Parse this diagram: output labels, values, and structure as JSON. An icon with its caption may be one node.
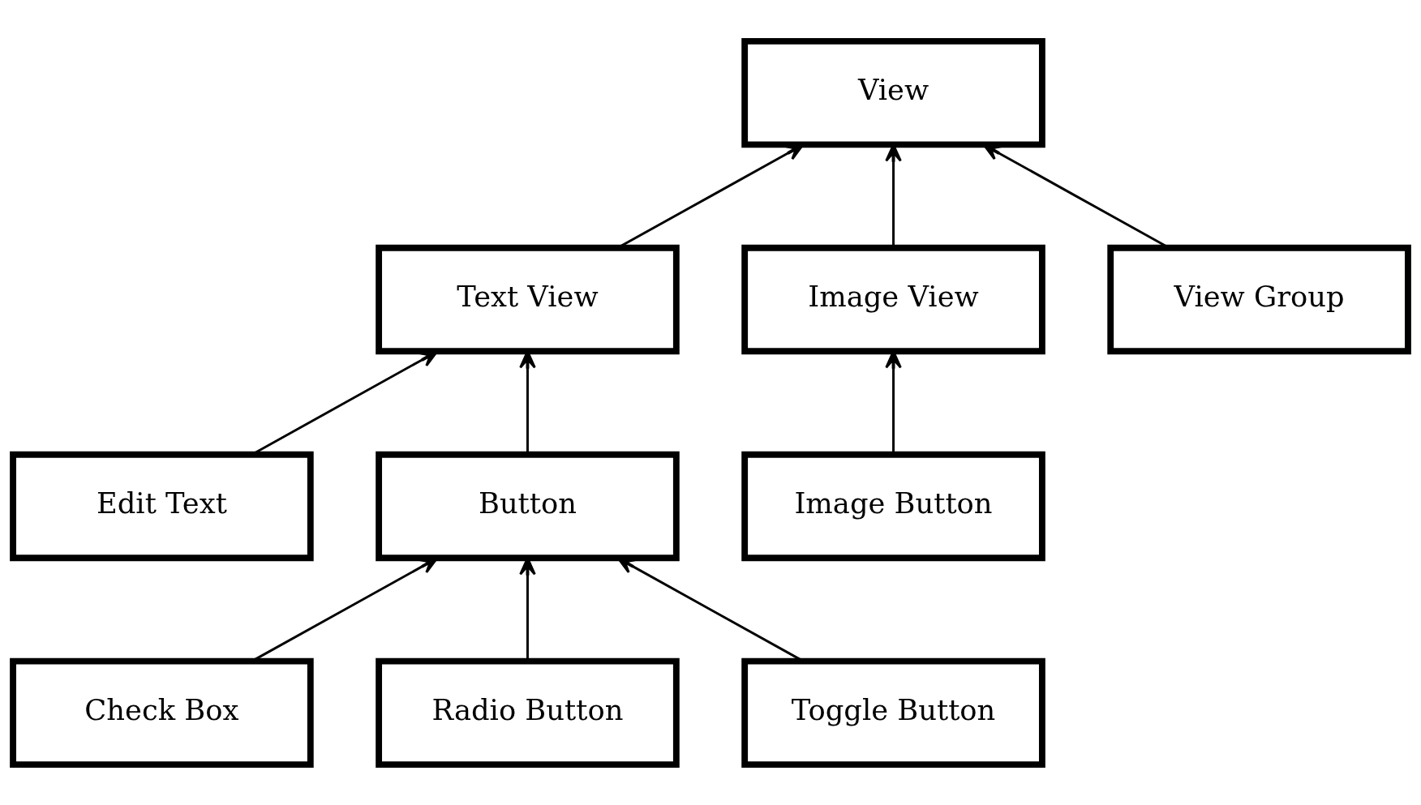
{
  "diagram": {
    "nodes": [
      {
        "text": [
          "View"
        ]
      },
      {
        "text": [
          "Text View"
        ]
      },
      {
        "text": [
          "Image View"
        ]
      },
      {
        "text": [
          "View Group"
        ]
      },
      {
        "text": [
          "Edit Text"
        ]
      },
      {
        "text": [
          "Button"
        ]
      },
      {
        "text": [
          "Image Button"
        ]
      },
      {
        "text": [
          "Check Box"
        ]
      },
      {
        "text": [
          "Radio Button"
        ]
      },
      {
        "text": [
          "Toggle Button"
        ]
      }
    ],
    "edges": [
      {
        "from": 1,
        "to": 0,
        "arrow": "to"
      },
      {
        "from": 2,
        "to": 0,
        "arrow": "to"
      },
      {
        "from": 3,
        "to": 0,
        "arrow": "to"
      },
      {
        "from": 4,
        "to": 1,
        "arrow": "to"
      },
      {
        "from": 5,
        "to": 1,
        "arrow": "to"
      },
      {
        "from": 6,
        "to": 2,
        "arrow": "to"
      },
      {
        "from": 7,
        "to": 5,
        "arrow": "to"
      },
      {
        "from": 8,
        "to": 5,
        "arrow": "to"
      },
      {
        "from": 9,
        "to": 5,
        "arrow": "to"
      }
    ]
  }
}
